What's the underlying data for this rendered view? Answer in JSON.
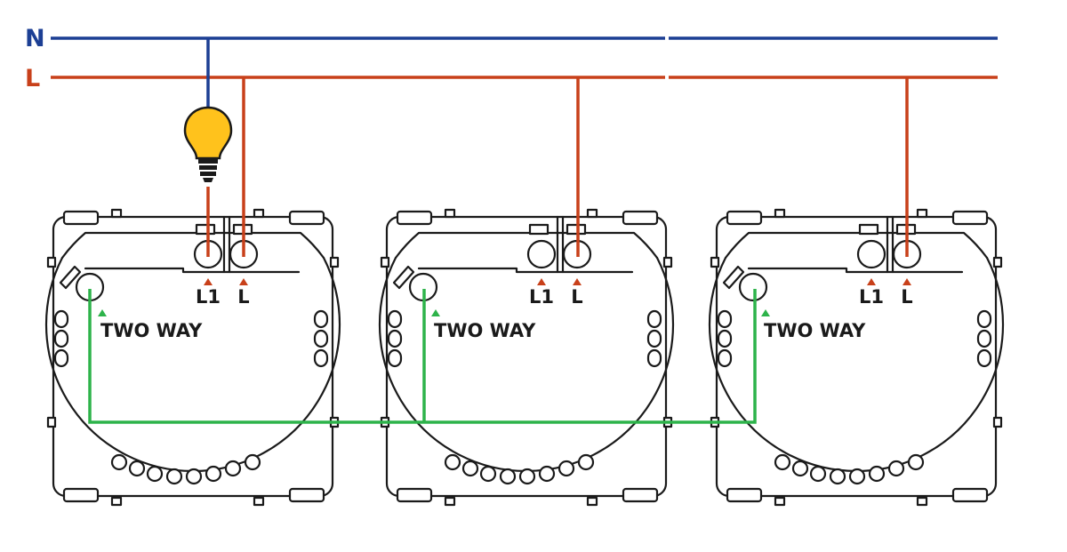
{
  "buses": {
    "neutral": {
      "label": "N",
      "color": "#1c3f94"
    },
    "live": {
      "label": "L",
      "color": "#c8401a"
    }
  },
  "two_way_color": "#2db34a",
  "bulb": {
    "icon": "light-bulb-icon",
    "glass_color": "#ffc21c"
  },
  "switches": [
    {
      "id": "switch-1",
      "terminal_l1": "L1",
      "terminal_l": "L",
      "two_way": "TWO WAY"
    },
    {
      "id": "switch-2",
      "terminal_l1": "L1",
      "terminal_l": "L",
      "two_way": "TWO WAY"
    },
    {
      "id": "switch-3",
      "terminal_l1": "L1",
      "terminal_l": "L",
      "two_way": "TWO WAY"
    }
  ]
}
